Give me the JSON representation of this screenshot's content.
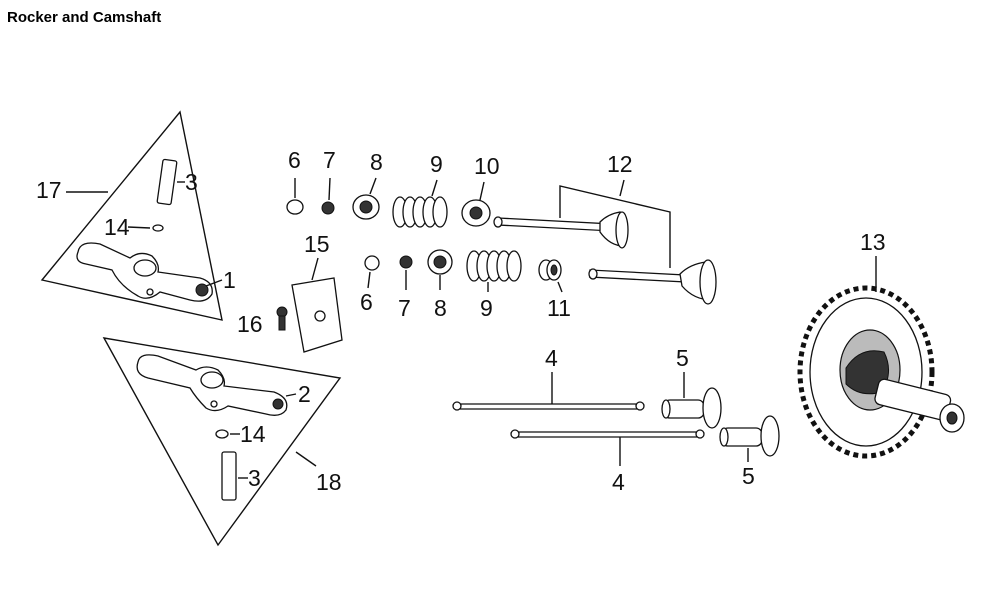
{
  "title": "Rocker and Camshaft",
  "callouts": {
    "c1": "1",
    "c2": "2",
    "c3a": "3",
    "c3b": "3",
    "c4a": "4",
    "c4b": "4",
    "c5a": "5",
    "c5b": "5",
    "c6a": "6",
    "c6b": "6",
    "c7a": "7",
    "c7b": "7",
    "c8a": "8",
    "c8b": "8",
    "c9a": "9",
    "c9b": "9",
    "c10": "10",
    "c11": "11",
    "c12": "12",
    "c13": "13",
    "c14a": "14",
    "c14b": "14",
    "c15": "15",
    "c16": "16",
    "c17": "17",
    "c18": "18"
  }
}
